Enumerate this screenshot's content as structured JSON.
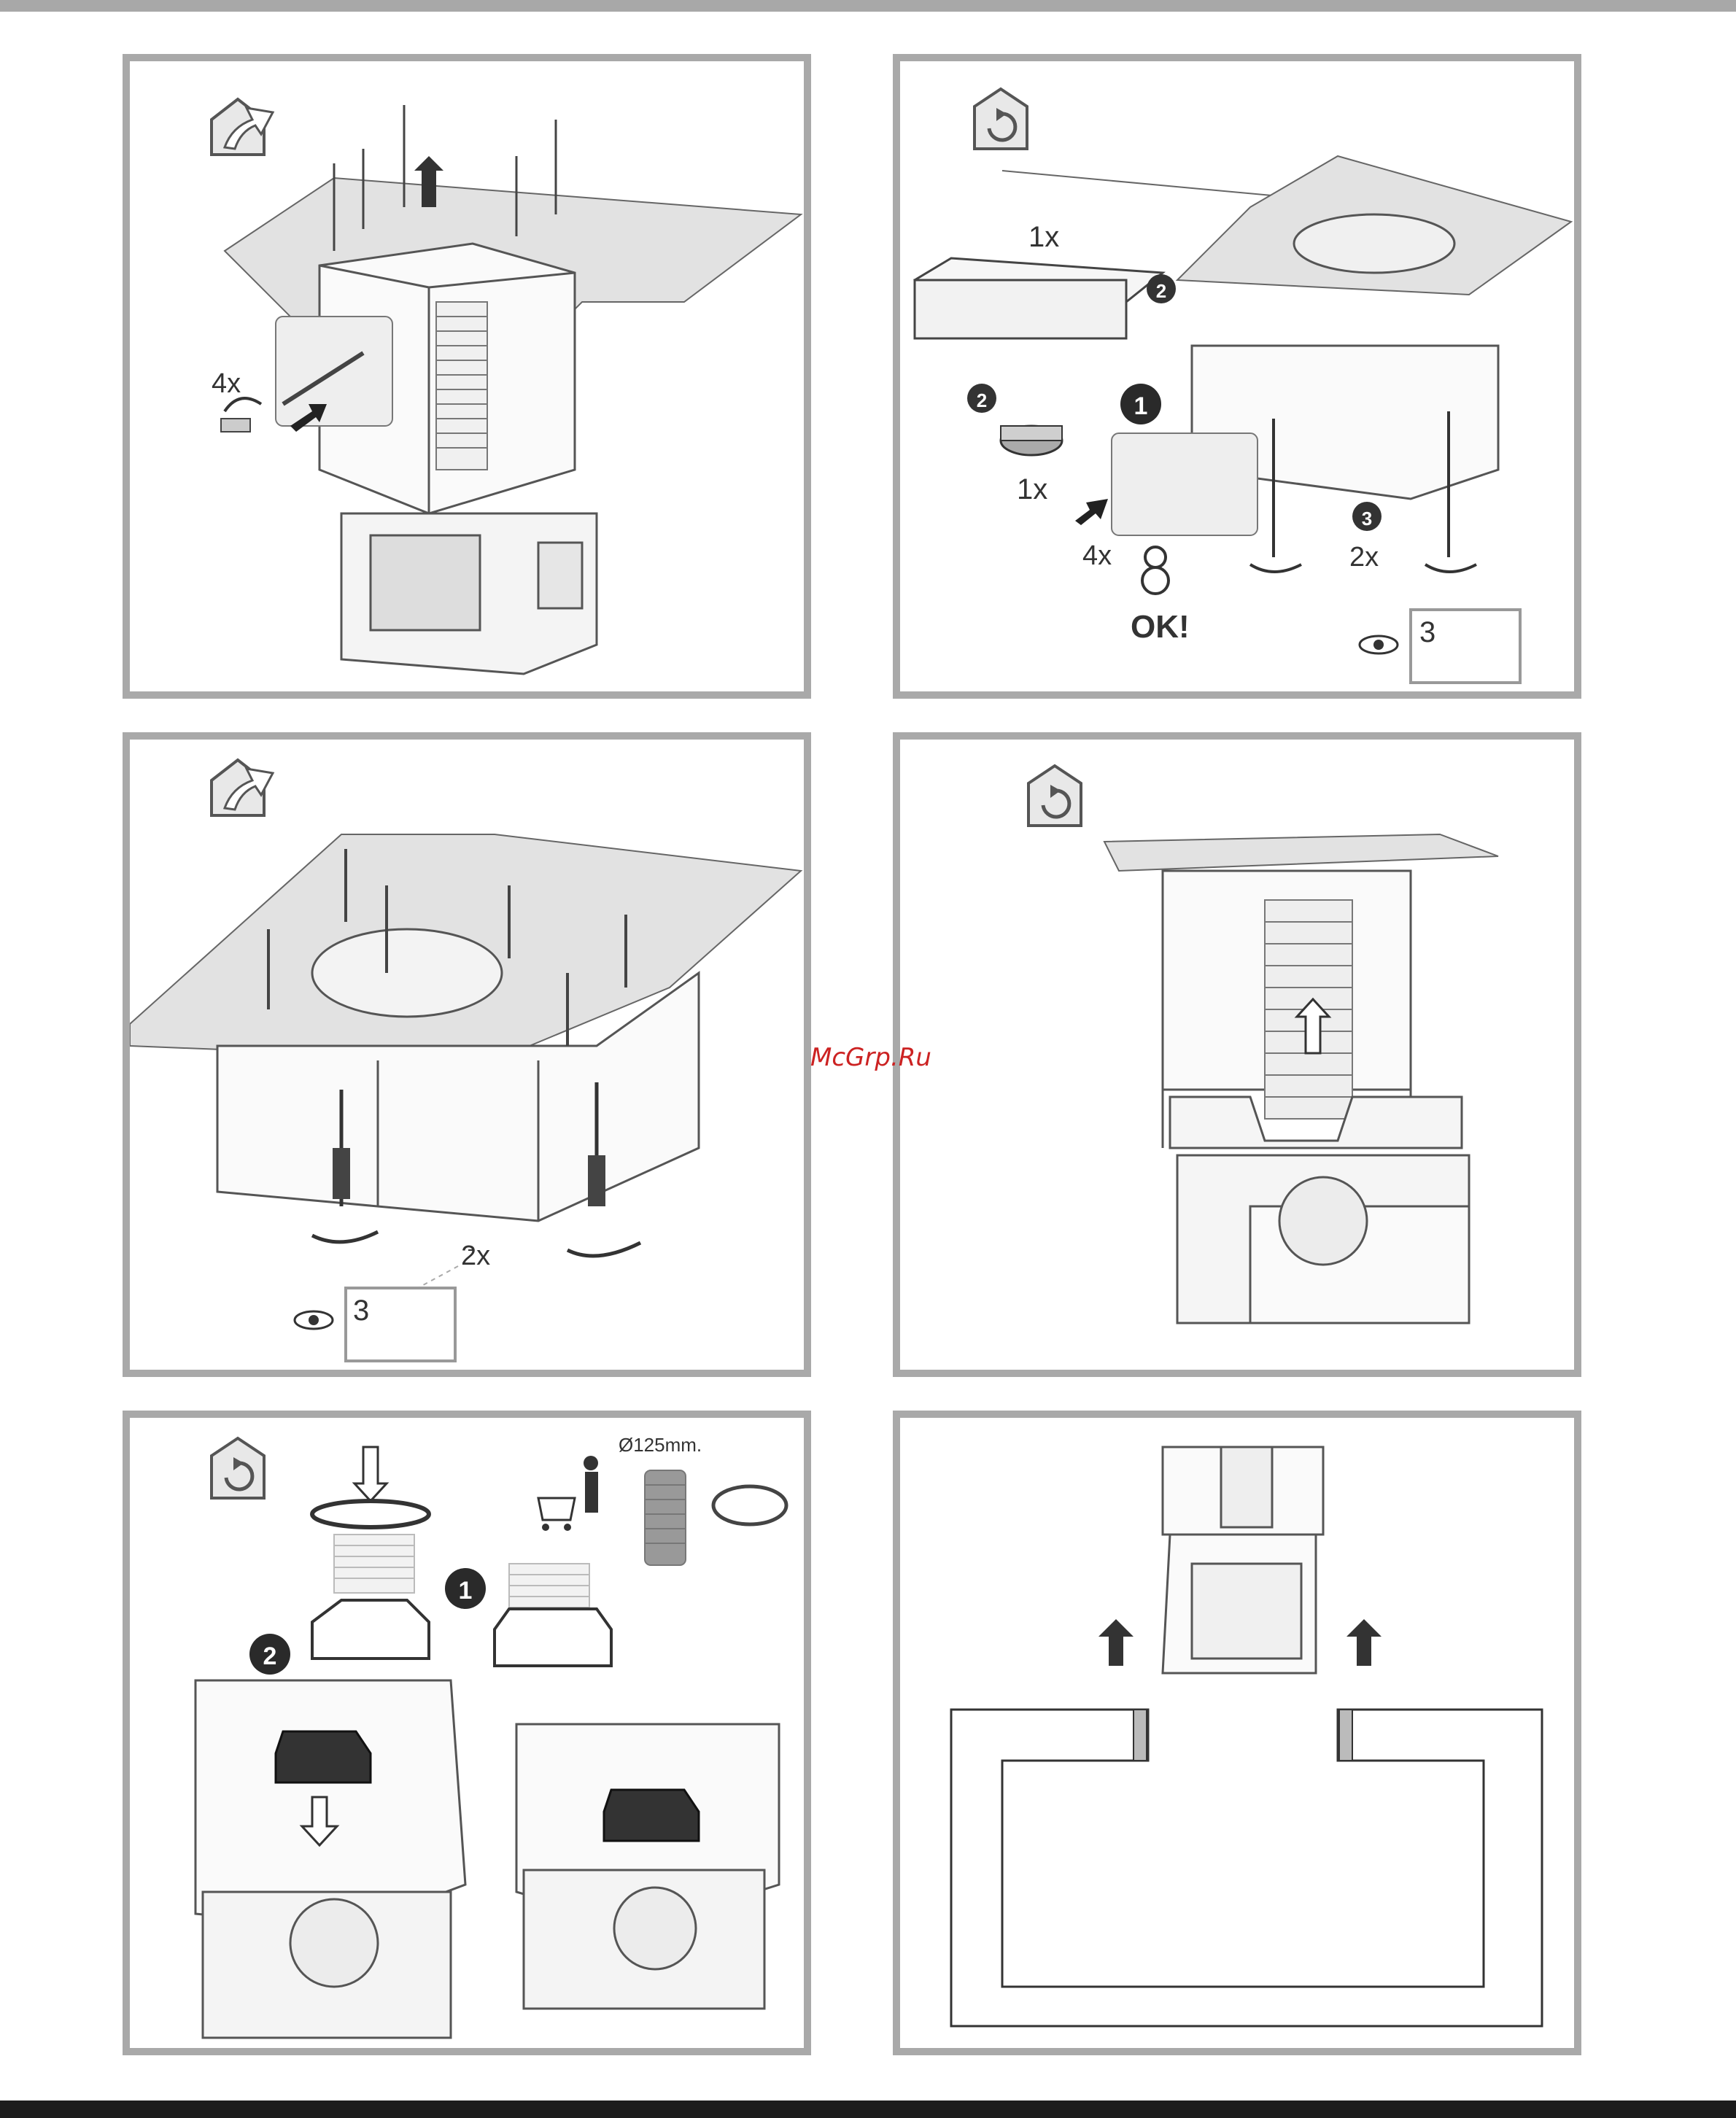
{
  "watermark": "McGrp.Ru",
  "panel1": {
    "qty": "4x"
  },
  "panel2": {
    "qty_cover": "1x",
    "qty_filter": "1x",
    "qty_screws": "4x",
    "qty_bolts": "2x",
    "step1": "1",
    "step2a": "2",
    "step2b": "2",
    "step3": "3",
    "ok": "OK!",
    "see": "3"
  },
  "panel3": {
    "qty": "2x",
    "see": "3"
  },
  "panel5": {
    "diameter": "Ø125mm.",
    "step1": "1",
    "step2": "2"
  },
  "icons": {
    "ducted": "ducted-mode-icon",
    "recirculation": "recirculation-mode-icon"
  }
}
